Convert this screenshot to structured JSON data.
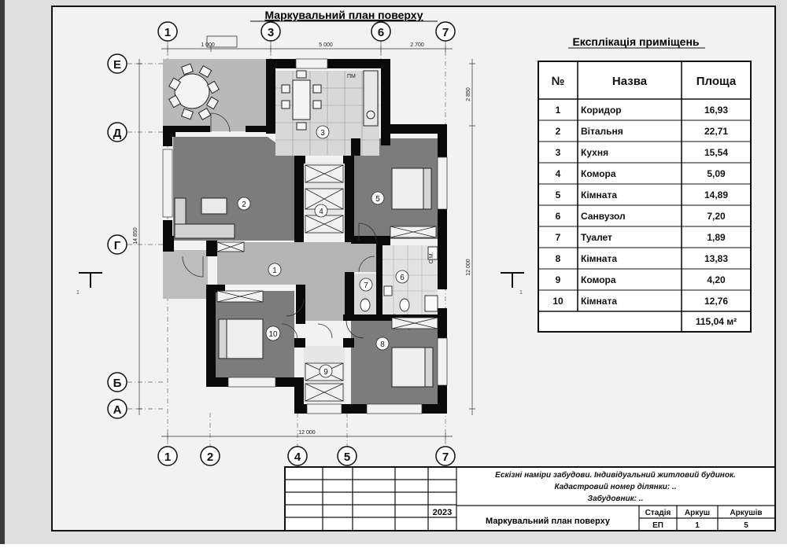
{
  "plan": {
    "title": "Маркувальний план поверху",
    "axes_top": [
      "1",
      "3",
      "6",
      "7"
    ],
    "axes_bottom": [
      "1",
      "2",
      "4",
      "5",
      "7"
    ],
    "axes_left": [
      "Е",
      "Д",
      "Г",
      "Б",
      "А"
    ],
    "dims_top": [
      "1 000",
      "5 000",
      "2 700"
    ],
    "dim_bottom": "12 000",
    "dim_left": "14 850",
    "dim_right": "12 000",
    "dim_right_top": "2 850",
    "section_mark": "1",
    "room_numbers": [
      "1",
      "2",
      "3",
      "4",
      "5",
      "6",
      "7",
      "8",
      "9",
      "10"
    ],
    "small_labels": [
      "ПМ",
      "С.М."
    ]
  },
  "explication": {
    "title": "Експлікація приміщень",
    "headers": [
      "№",
      "Назва",
      "Площа"
    ],
    "rows": [
      [
        "1",
        "Коридор",
        "16,93"
      ],
      [
        "2",
        "Вітальня",
        "22,71"
      ],
      [
        "3",
        "Кухня",
        "15,54"
      ],
      [
        "4",
        "Комора",
        "5,09"
      ],
      [
        "5",
        "Кімната",
        "14,89"
      ],
      [
        "6",
        "Санвузол",
        "7,20"
      ],
      [
        "7",
        "Туалет",
        "1,89"
      ],
      [
        "8",
        "Кімната",
        "13,83"
      ],
      [
        "9",
        "Комора",
        "4,20"
      ],
      [
        "10",
        "Кімната",
        "12,76"
      ]
    ],
    "total": "115,04 м²"
  },
  "stamp": {
    "line1": "Ескізні наміри забудови. Індивідуальний житловий будинок.",
    "line2": "Кадастровий номер ділянки: ..",
    "line3": "Забудовник: ..",
    "year": "2023",
    "sheet_title": "Маркувальний план поверху",
    "col_headers": [
      "Стадія",
      "Аркуш",
      "Аркушів"
    ],
    "col_values": [
      "ЕП",
      "1",
      "5"
    ]
  }
}
